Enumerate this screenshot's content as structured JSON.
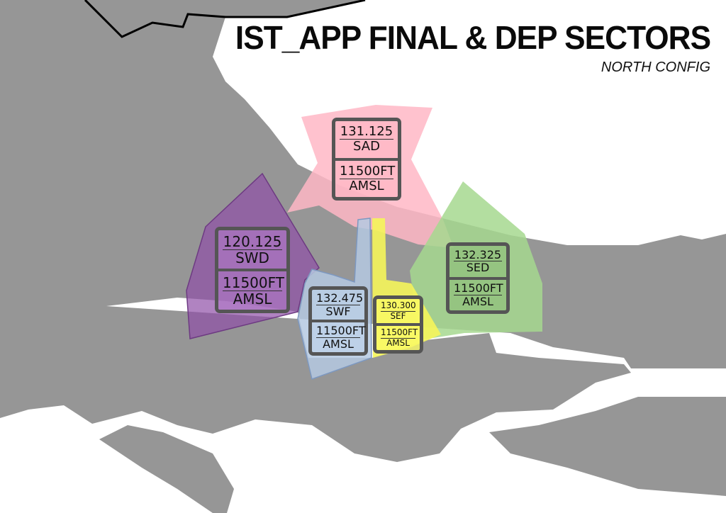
{
  "header": {
    "title": "IST_APP FINAL & DEP SECTORS",
    "subtitle": "NORTH CONFIG"
  },
  "sectors": [
    {
      "id": "SAD",
      "freq": "131.125",
      "name": "SAD",
      "alt": "11500FT",
      "ref": "AMSL",
      "color": "#ffb7c5"
    },
    {
      "id": "SWD",
      "freq": "120.125",
      "name": "SWD",
      "alt": "11500FT",
      "ref": "AMSL",
      "color": "#8e4fa6"
    },
    {
      "id": "SWF",
      "freq": "132.475",
      "name": "SWF",
      "alt": "11500FT",
      "ref": "AMSL",
      "color": "#b5c9e2"
    },
    {
      "id": "SEF",
      "freq": "130.300",
      "name": "SEF",
      "alt": "11500FT",
      "ref": "AMSL",
      "color": "#f5f55a"
    },
    {
      "id": "SED",
      "freq": "132.325",
      "name": "SED",
      "alt": "11500FT",
      "ref": "AMSL",
      "color": "#a6d88f"
    }
  ]
}
